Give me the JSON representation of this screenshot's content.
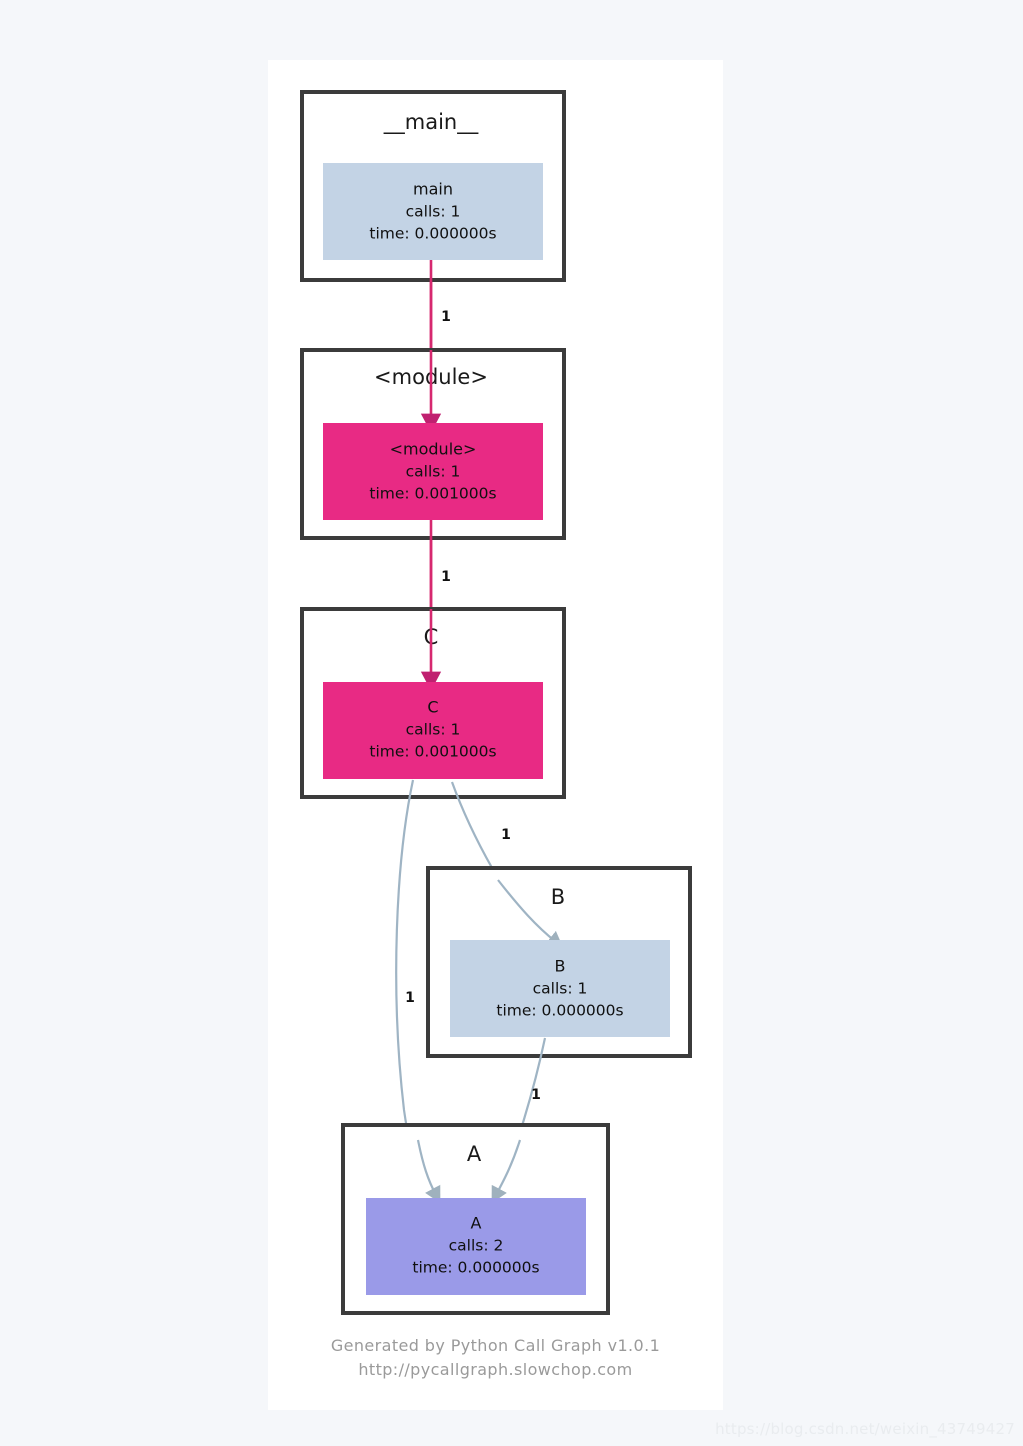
{
  "graph": {
    "title": "Python Call Graph",
    "clusters": [
      {
        "id": "main-module",
        "label": "__main__"
      },
      {
        "id": "module",
        "label": "<module>"
      },
      {
        "id": "c",
        "label": "C"
      },
      {
        "id": "b",
        "label": "B"
      },
      {
        "id": "a",
        "label": "A"
      }
    ],
    "nodes": [
      {
        "id": "main",
        "name": "main",
        "calls_label": "calls: 1",
        "time_label": "time: 0.000000s",
        "calls": 1,
        "time": "0.000000s",
        "color": "#c3d3e5"
      },
      {
        "id": "module",
        "name": "<module>",
        "calls_label": "calls: 1",
        "time_label": "time: 0.001000s",
        "calls": 1,
        "time": "0.001000s",
        "color": "#e82a84"
      },
      {
        "id": "c",
        "name": "C",
        "calls_label": "calls: 1",
        "time_label": "time: 0.001000s",
        "calls": 1,
        "time": "0.001000s",
        "color": "#e82a84"
      },
      {
        "id": "b",
        "name": "B",
        "calls_label": "calls: 1",
        "time_label": "time: 0.000000s",
        "calls": 1,
        "time": "0.000000s",
        "color": "#c3d3e5"
      },
      {
        "id": "a",
        "name": "A",
        "calls_label": "calls: 2",
        "time_label": "time: 0.000000s",
        "calls": 2,
        "time": "0.000000s",
        "color": "#9a9ae8"
      }
    ],
    "edges": [
      {
        "id": "main-to-module",
        "from": "main",
        "to": "module",
        "label": "1",
        "color": "#d6286f"
      },
      {
        "id": "module-to-c",
        "from": "module",
        "to": "c",
        "label": "1",
        "color": "#d6286f"
      },
      {
        "id": "c-to-b",
        "from": "c",
        "to": "b",
        "label": "1",
        "color": "#9fb4c4"
      },
      {
        "id": "c-to-a",
        "from": "c",
        "to": "a",
        "label": "1",
        "color": "#9fb4c4"
      },
      {
        "id": "b-to-a",
        "from": "b",
        "to": "a",
        "label": "1",
        "color": "#9fb4c4"
      }
    ]
  },
  "footer": {
    "line1": "Generated by Python Call Graph v1.0.1",
    "line2": "http://pycallgraph.slowchop.com"
  },
  "watermark": {
    "text": "https://blog.csdn.net/weixin_43749427"
  }
}
